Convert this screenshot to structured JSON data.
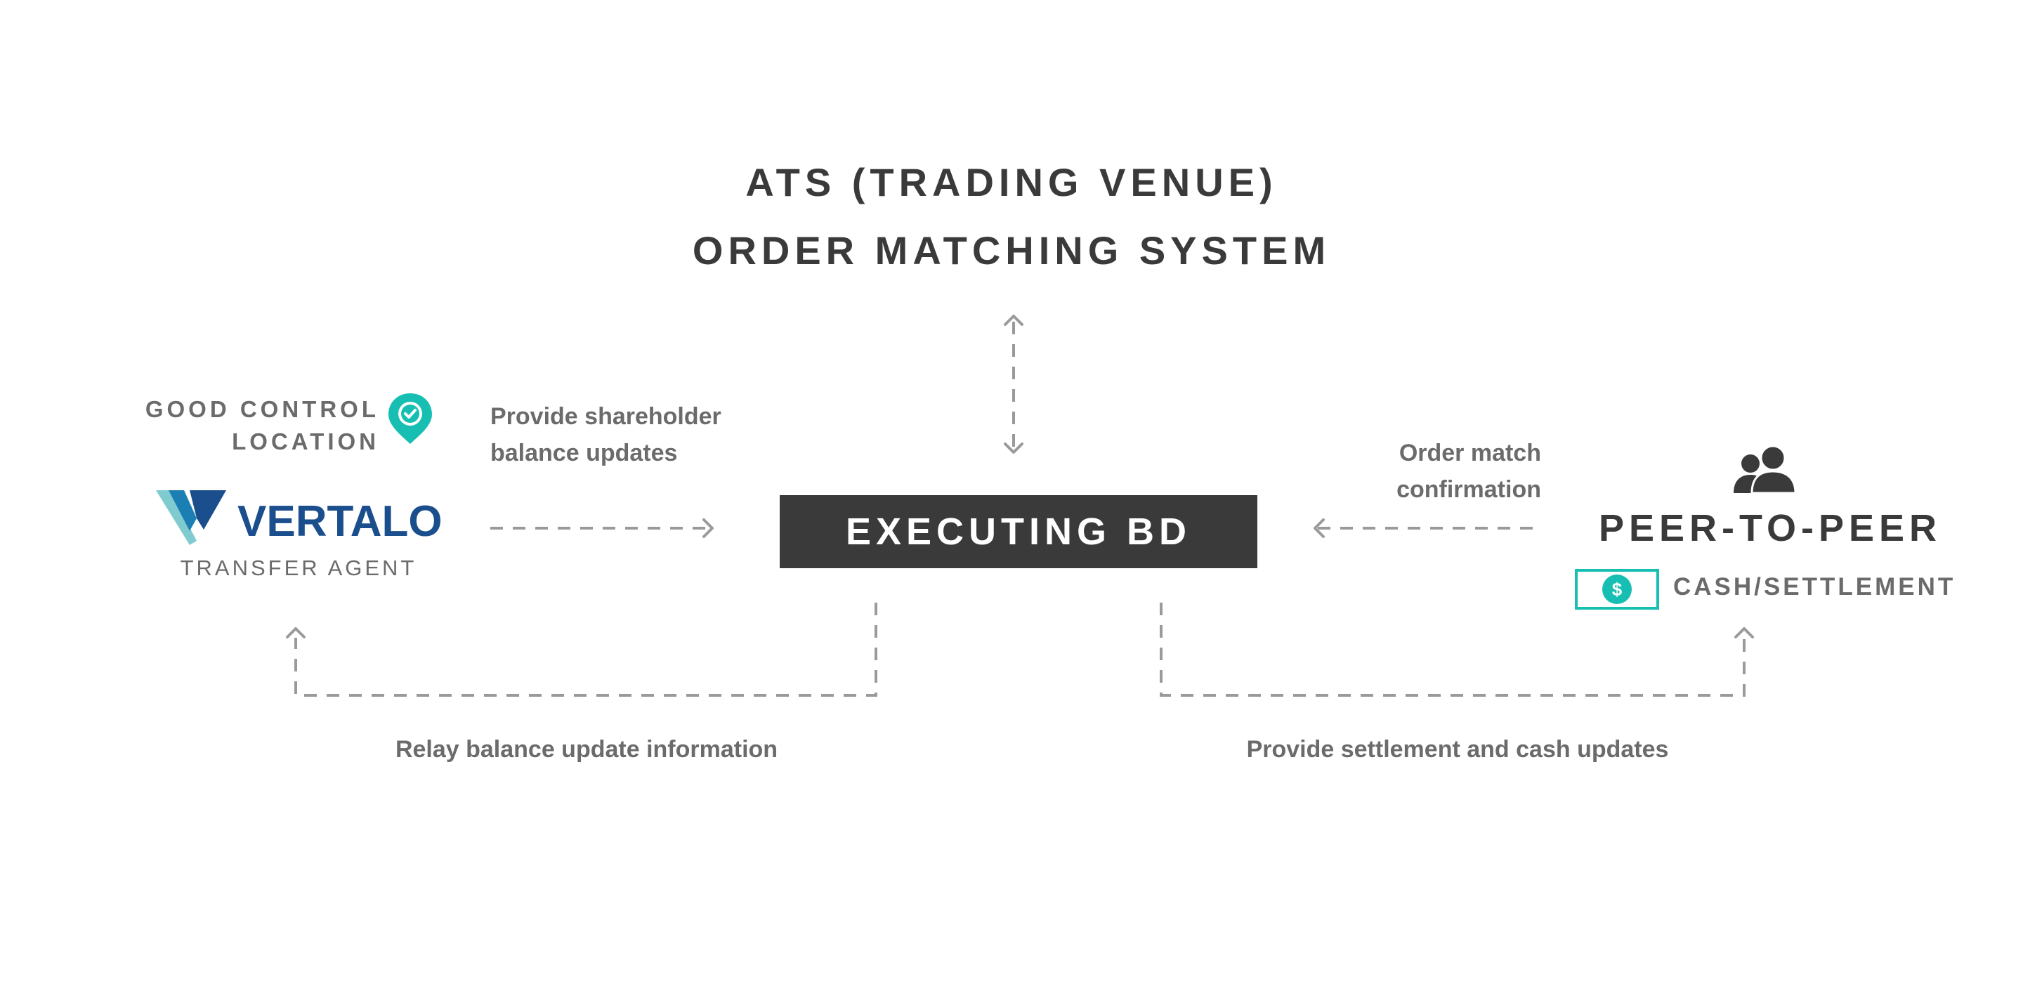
{
  "title": {
    "line1": "ATS (TRADING VENUE)",
    "line2": "ORDER MATCHING SYSTEM"
  },
  "center": {
    "label": "EXECUTING BD"
  },
  "left": {
    "good_control": "GOOD CONTROL LOCATION",
    "logo_wordmark": "VERTALO",
    "subtitle": "TRANSFER AGENT"
  },
  "right": {
    "title": "PEER-TO-PEER",
    "cash_label": "CASH/SETTLEMENT",
    "cash_symbol": "$"
  },
  "flows": {
    "provide_shareholder": "Provide shareholder balance updates",
    "order_match": "Order match confirmation",
    "relay_balance": "Relay balance update information",
    "provide_settlement": "Provide settlement and cash updates"
  },
  "icons": {
    "pin": "location-check-icon",
    "people": "people-icon",
    "cash": "cash-bill-icon",
    "logo": "vertalo-logo-mark"
  },
  "colors": {
    "accent": "#16bfb2",
    "brand": "#1b4e8c",
    "dark": "#3a3a3a",
    "arrow": "#9a9a9a"
  }
}
